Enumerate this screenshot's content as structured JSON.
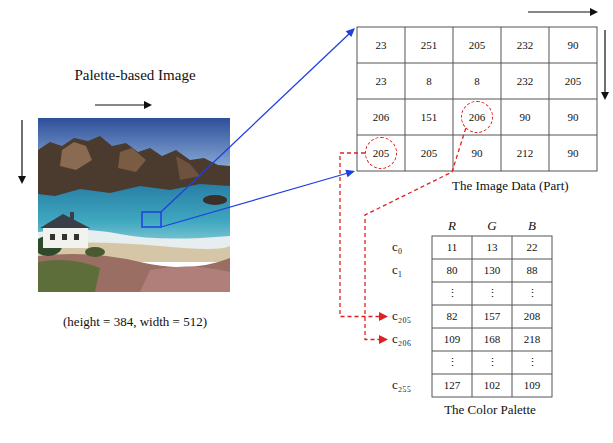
{
  "diagram": {
    "nodes": [
      {
        "text": [
          "206"
        ]
      },
      {
        "text": [
          "205"
        ]
      },
      {
        "text": [
          "c₂₀₅",
          "82",
          "157",
          "208"
        ]
      },
      {
        "text": [
          "c₂₀₆",
          "109",
          "168",
          "218"
        ]
      }
    ],
    "edges": [
      {
        "from": 1,
        "to": 2,
        "arrow": "to"
      },
      {
        "from": 0,
        "to": 3,
        "arrow": "to"
      }
    ],
    "labels": [
      "Palette-based Image",
      "(height = 384, width = 512)",
      "23",
      "251",
      "205",
      "232",
      "90",
      "23",
      "8",
      "8",
      "232",
      "205",
      "206",
      "151",
      "90",
      "90",
      "205",
      "90",
      "212",
      "90",
      "The Image Data (Part)",
      "R",
      "G",
      "B",
      "c₀",
      "11",
      "13",
      "22",
      "c₁",
      "80",
      "130",
      "88",
      "⋮",
      "⋮",
      "⋮",
      "⋮",
      "⋮",
      "⋮",
      "c₂₅₅",
      "127",
      "102",
      "109",
      "The Color Palette"
    ]
  }
}
